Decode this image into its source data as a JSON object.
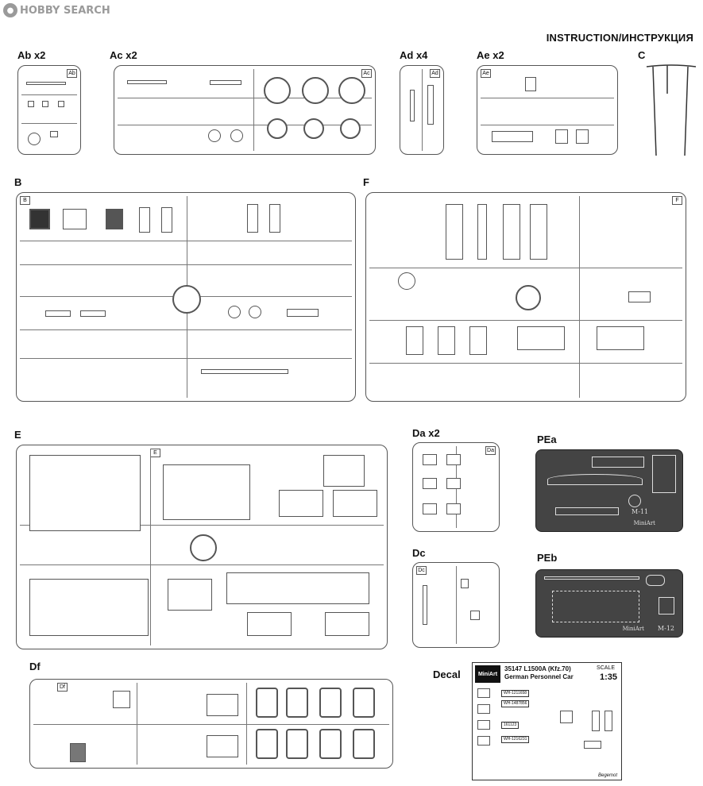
{
  "watermark": {
    "icon": "hobby-search-logo-icon",
    "text": "HOBBY SEARCH"
  },
  "instruction_title": "INSTRUCTION/ИНСТРУКЦИЯ",
  "sprue_labels": {
    "ab": "Ab x2",
    "ac": "Ac x2",
    "ad": "Ad x4",
    "ae": "Ae x2",
    "c": "C",
    "b": "B",
    "f": "F",
    "e": "E",
    "da": "Da x2",
    "dc": "Dc",
    "df": "Df",
    "pea": "PEa",
    "peb": "PEb",
    "decal": "Decal"
  },
  "sprue_tags": {
    "ab": "Ab",
    "ac": "Ac",
    "ad": "Ad",
    "ae": "Ae",
    "b": "B",
    "f": "F",
    "e": "E",
    "da": "Da",
    "dc": "Dc",
    "df": "Df"
  },
  "pe_codes": {
    "pea": "M-11",
    "peb": "M-12",
    "brand": "MiniArt"
  },
  "decal": {
    "brand": "MiniArt",
    "kit_number": "35147 L1500A (Kfz.70)",
    "kit_name": "German Personnel Car",
    "scale_label": "SCALE",
    "scale_value": "1:35",
    "plates": [
      "WH-1211658",
      "WH-1487856",
      "161123",
      "WH-1216231"
    ],
    "maker": "Begemot"
  }
}
